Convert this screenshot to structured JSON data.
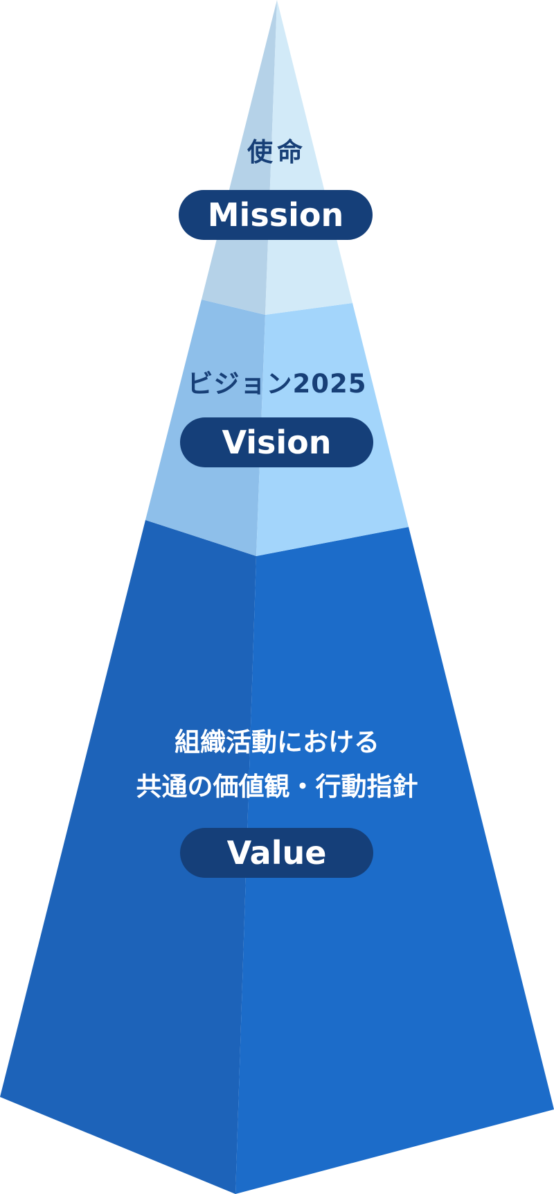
{
  "tiers": {
    "mission": {
      "title": "使命",
      "label": "Mission"
    },
    "vision": {
      "title": "ビジョン2025",
      "label": "Vision"
    },
    "value": {
      "title_line1": "組織活動における",
      "title_line2": "共通の価値観・行動指針",
      "label": "Value"
    }
  },
  "colors": {
    "mission_left": "#b5d2e8",
    "mission_right": "#d2eaf8",
    "vision_left": "#8ebfea",
    "vision_right": "#a3d5fb",
    "value_left": "#1d63b9",
    "value_right": "#1c6cc9",
    "pill": "#153f79",
    "dark_text": "#173f77",
    "light_text": "#ffffff"
  }
}
